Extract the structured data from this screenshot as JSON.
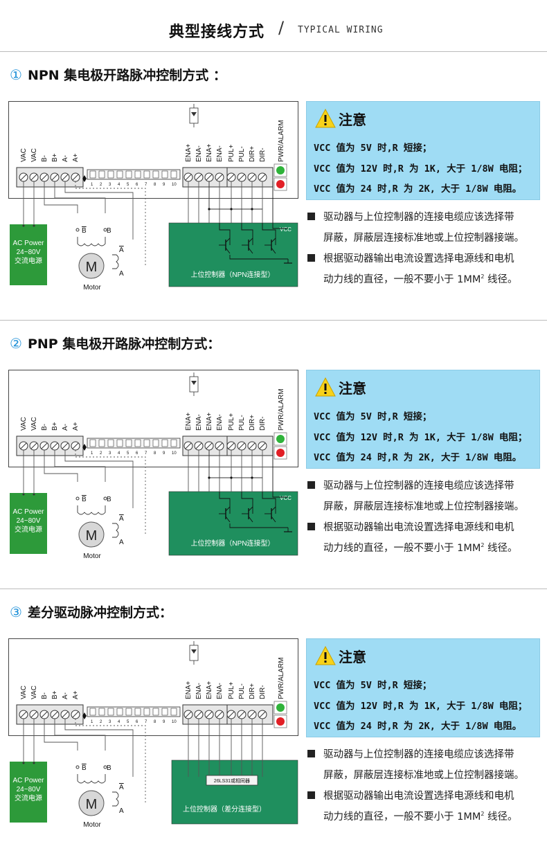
{
  "header": {
    "title_cn": "典型接线方式",
    "slash": "/",
    "title_en": "TYPICAL WIRING"
  },
  "diagram_labels": {
    "left_terminals": [
      "VAC",
      "VAC",
      "B-",
      "B+",
      "A-",
      "A+"
    ],
    "switch_numbers": [
      "1",
      "2",
      "3",
      "4",
      "5",
      "6",
      "7",
      "8",
      "9",
      "10"
    ],
    "right_terminals": [
      "ENA+",
      "ENA-",
      "ENA+",
      "ENA-",
      "PUL+",
      "PUL-",
      "DIR+",
      "DIR-"
    ],
    "pwr_alarm": "PWR/ALARM",
    "ac_power": [
      "AC Power",
      "24~80V",
      "交流电源"
    ],
    "motor_letter": "M",
    "motor_label": "Motor",
    "coil_b_bar": "B",
    "coil_b": "B",
    "coil_a_bar": "A",
    "coil_a": "A",
    "vcc": "VCC"
  },
  "note": {
    "title": "注意",
    "lines": [
      "VCC 值为 5V 时,R 短接；",
      "VCC 值为 12V 时,R 为 1K, 大于 1/8W 电阻；",
      "VCC  值为 24 时,R 为  2K, 大于 1/8W 电阻。"
    ]
  },
  "bullets": [
    {
      "line1": "驱动器与上位控制器的连接电缆应该选择带",
      "line2": "屏蔽，屏蔽层连接标准地或上位控制器接端。"
    },
    {
      "line1": "根据驱动器输出电流设置选择电源线和电机",
      "line2_pre": "动力线的直径，一般不要小于 1MM",
      "sup": "2",
      "line2_post": " 线径。"
    }
  ],
  "sections": [
    {
      "num": "①",
      "title": "NPN  集电极开路脉冲控制方式 ：",
      "controller_label": "上位控制器（NPN连接型）",
      "type": "npn"
    },
    {
      "num": "②",
      "title": "PNP 集电极开路脉冲控制方式：",
      "controller_label": "上位控制器（NPN连接型）",
      "type": "npn"
    },
    {
      "num": "③",
      "title": "差分驱动脉冲控制方式：",
      "controller_label": "上位控制器（差分连接型）",
      "chip_label": "26LS31或相同器",
      "type": "diff"
    }
  ],
  "colors": {
    "accent": "#1e90d8",
    "note_bg": "#9fdcf4",
    "ac_box": "#2d9a3a",
    "controller": "#1f8f5e",
    "led_green": "#2fb33a",
    "led_red": "#e21f26"
  }
}
